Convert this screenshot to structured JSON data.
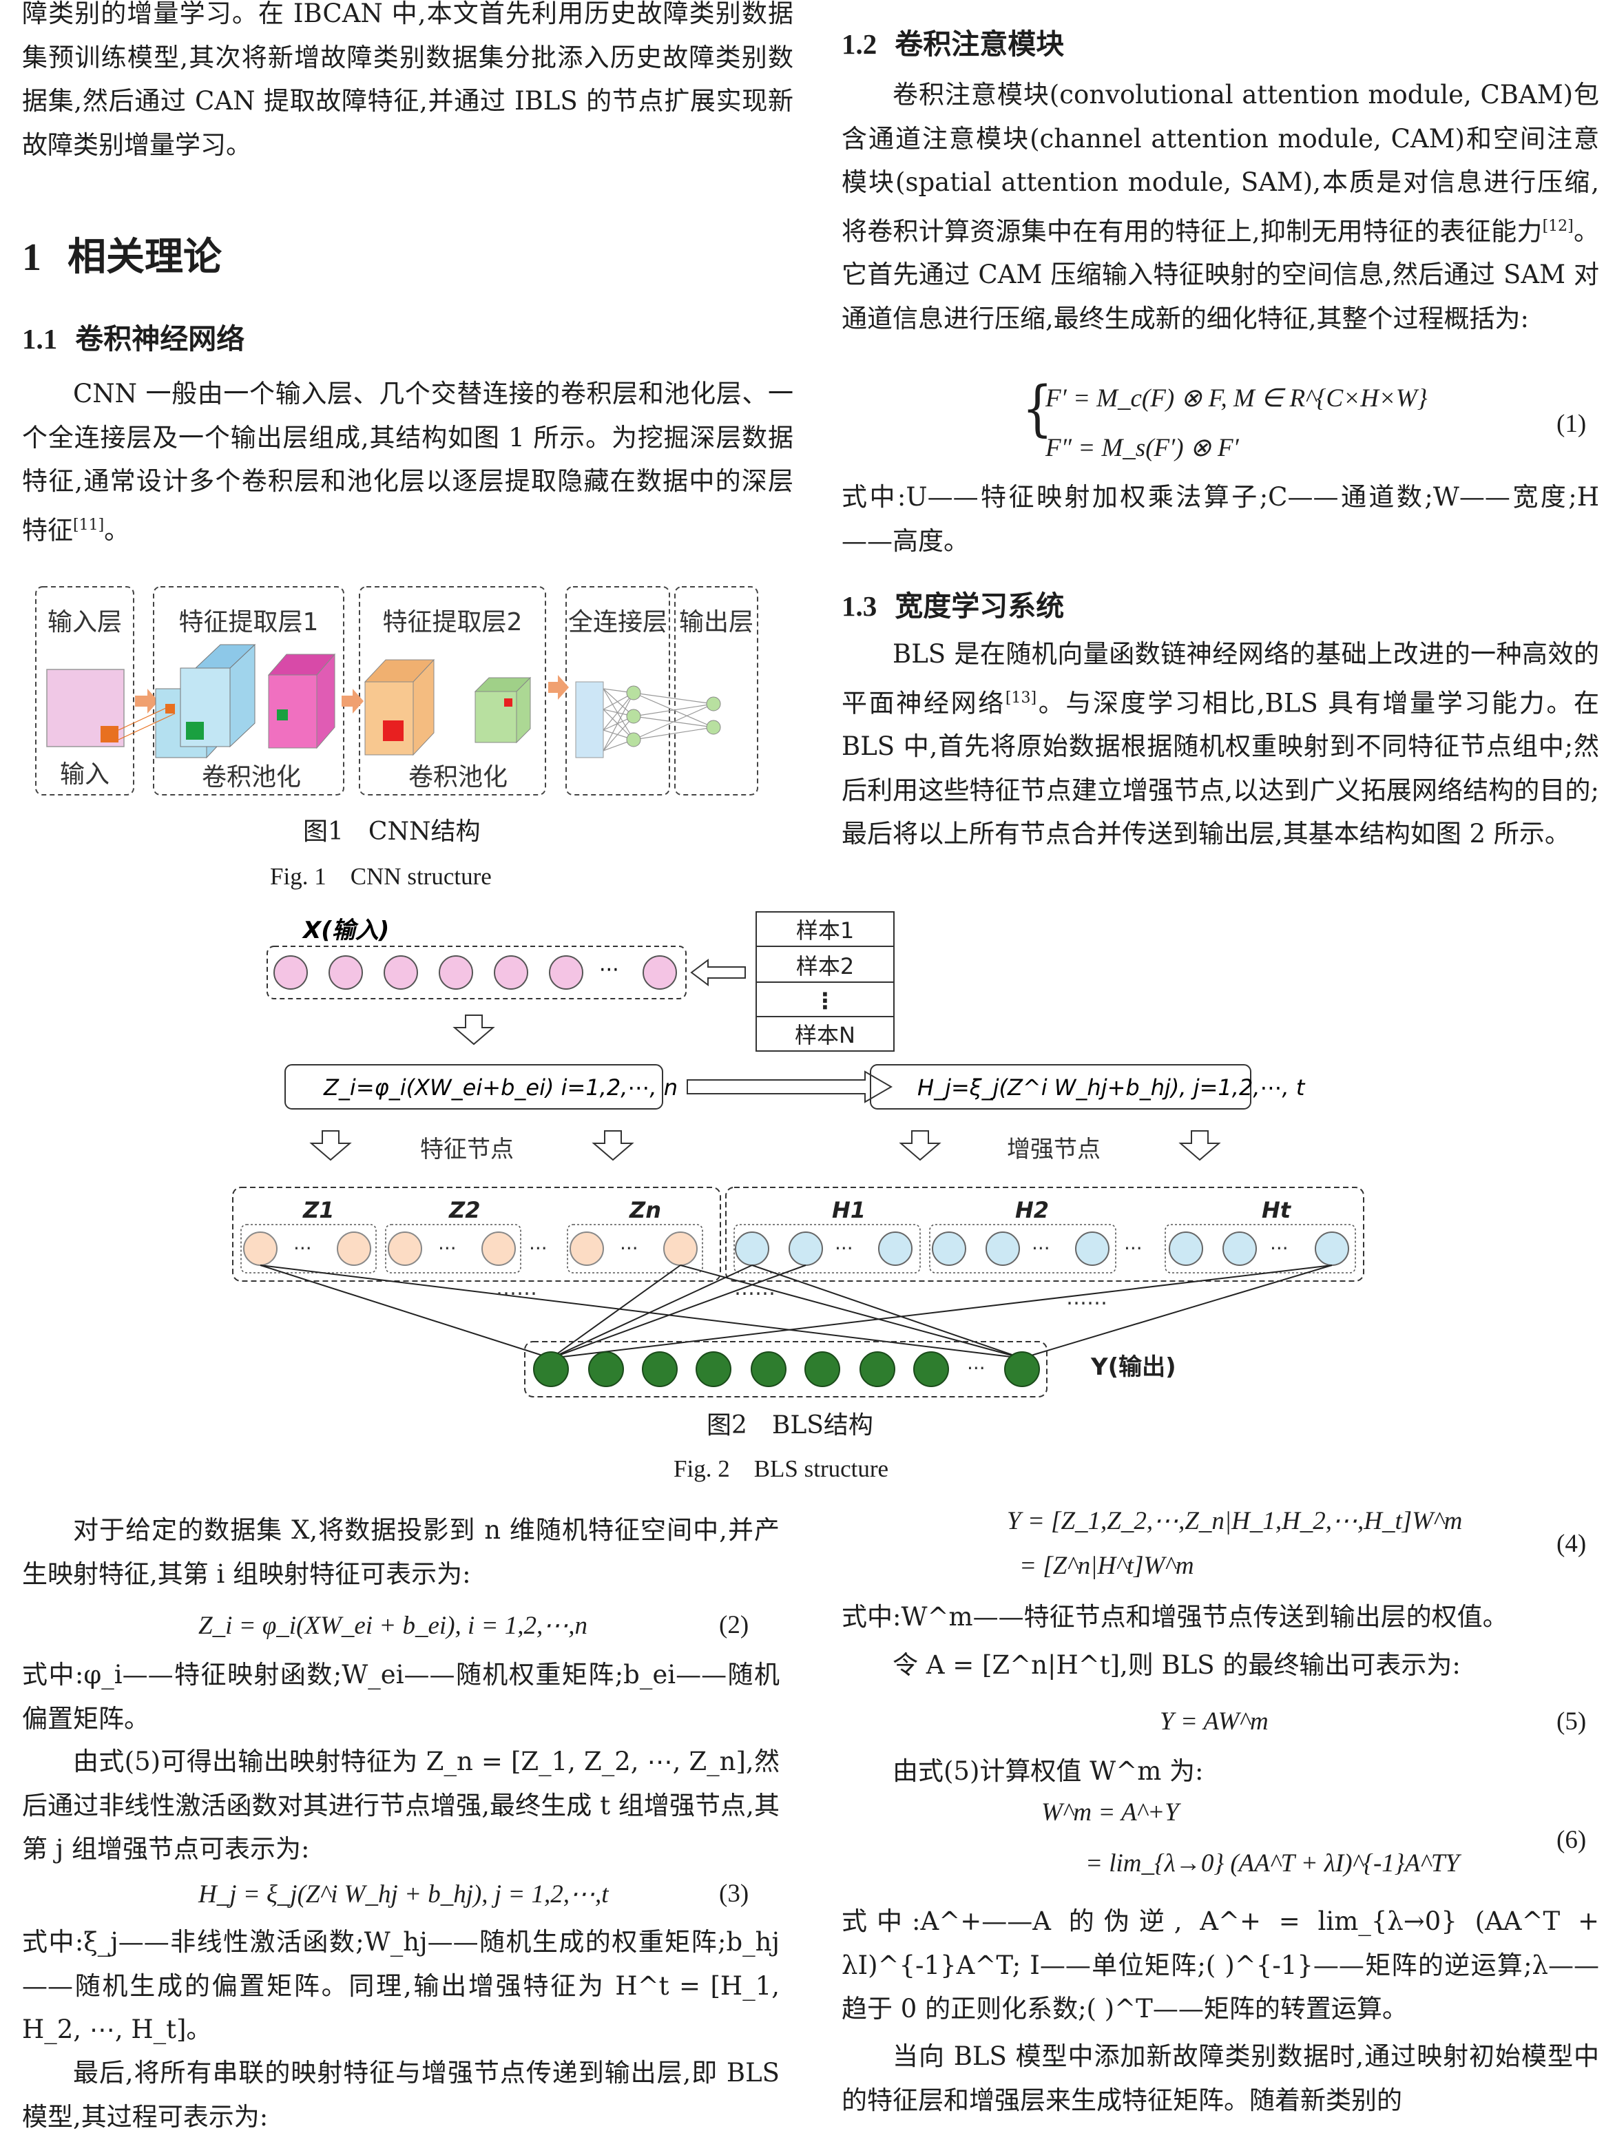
{
  "left_top_paragraph": "障类别的增量学习。在 IBCAN 中,本文首先利用历史故障类别数据集预训练模型,其次将新增故障类别数据集分批添入历史故障类别数据集,然后通过 CAN 提取故障特征,并通过 IBLS 的节点扩展实现新故障类别增量学习。",
  "section1": {
    "number": "1",
    "title": "相关理论"
  },
  "section1_1": {
    "number": "1.1",
    "title": "卷积神经网络"
  },
  "cnn_paragraph": "CNN 一般由一个输入层、几个交替连接的卷积层和池化层、一个全连接层及一个输出层组成,其结构如图 1 所示。为挖掘深层数据特征,通常设计多个卷积层和池化层以逐层提取隐藏在数据中的深层特征",
  "cnn_cite": "[11]",
  "cnn_end": "。",
  "figure1": {
    "labels": {
      "input_layer": "输入层",
      "feature_layer1": "特征提取层1",
      "feature_layer2": "特征提取层2",
      "fc_layer": "全连接层",
      "output_layer": "输出层",
      "input": "输入",
      "conv_pool1": "卷积池化",
      "conv_pool2": "卷积池化"
    },
    "caption_cn": "图1　CNN结构",
    "caption_en": "Fig. 1　CNN structure",
    "colors": {
      "input": "#f0c8e6",
      "cube1": "#b4e0f0",
      "cube2": "#f070c0",
      "cube3": "#f8c890",
      "cube4": "#b8e0a0",
      "green_mark": "#1aa040",
      "red_mark": "#e82020",
      "orange_mark": "#e87020",
      "arrow": "#f0a070"
    }
  },
  "section1_2": {
    "number": "1.2",
    "title": "卷积注意模块"
  },
  "cbam_paragraph": "卷积注意模块(convolutional attention module, CBAM)包含通道注意模块(channel attention module, CAM)和空间注意模块(spatial attention module, SAM),本质是对信息进行压缩,将卷积计算资源集中在有用的特征上,抑制无用特征的表征能力",
  "cbam_cite": "[12]",
  "cbam_paragraph2": "。它首先通过 CAM 压缩输入特征映射的空间信息,然后通过 SAM 对通道信息进行压缩,最终生成新的细化特征,其整个过程概括为:",
  "eq1": {
    "line1": "F′ = M_c(F) ⊗ F, M ∈ R^{C×H×W}",
    "line2": "F″ = M_s(F′) ⊗ F′",
    "number": "(1)"
  },
  "eq1_desc": "式中:U——特征映射加权乘法算子;C——通道数;W——宽度;H——高度。",
  "section1_3": {
    "number": "1.3",
    "title": "宽度学习系统"
  },
  "bls_paragraph": "BLS 是在随机向量函数链神经网络的基础上改进的一种高效的平面神经网络",
  "bls_cite": "[13]",
  "bls_paragraph2": "。与深度学习相比,BLS 具有增量学习能力。在 BLS 中,首先将原始数据根据随机权重映射到不同特征节点组中;然后利用这些特征节点建立增强节点,以达到广义拓展网络结构的目的;最后将以上所有节点合并传送到输出层,其基本结构如图 2 所示。",
  "figure2": {
    "input_label": "X(输入)",
    "samples": [
      "样本1",
      "样本2",
      "⋮",
      "样本N"
    ],
    "z_formula": "Z_i=φ_i(XW_ei+b_ei)  i=1,2,⋯, n",
    "h_formula": "H_j=ξ_j(Z^i W_hj+b_hj),  j=1,2,⋯, t",
    "feature_nodes": "特征节点",
    "enhance_nodes": "增强节点",
    "z_groups": [
      "Z1",
      "Z2",
      "Zn"
    ],
    "h_groups": [
      "H1",
      "H2",
      "Ht"
    ],
    "dots": "……",
    "output_label": "Y(输出)",
    "caption_cn": "图2　BLS结构",
    "caption_en": "Fig. 2　BLS structure",
    "colors": {
      "input_node": "#f4c4e4",
      "feature_node": "#fcdcc4",
      "enhance_node": "#cce8f4",
      "output_node": "#2e7d2e"
    }
  },
  "left_bottom": {
    "p1": "对于给定的数据集 X,将数据投影到 n 维随机特征空间中,并产生映射特征,其第 i 组映射特征可表示为:",
    "eq2": "Z_i = φ_i(XW_ei + b_ei),  i = 1,2,⋯,n",
    "eq2_no": "(2)",
    "d2": "式中:φ_i——特征映射函数;W_ei——随机权重矩阵;b_ei——随机偏置矩阵。",
    "p2": "由式(5)可得出输出映射特征为 Z_n = [Z_1, Z_2, ⋯, Z_n],然后通过非线性激活函数对其进行节点增强,最终生成 t 组增强节点,其第 j 组增强节点可表示为:",
    "eq3": "H_j = ξ_j(Z^i W_hj + b_hj),  j = 1,2,⋯,t",
    "eq3_no": "(3)",
    "d3": "式中:ξ_j——非线性激活函数;W_hj——随机生成的权重矩阵;b_hj——随机生成的偏置矩阵。同理,输出增强特征为 H^t = [H_1, H_2, ⋯, H_t]。",
    "p3": "最后,将所有串联的映射特征与增强节点传递到输出层,即 BLS 模型,其过程可表示为:"
  },
  "right_bottom": {
    "eq4_l1": "Y = [Z_1,Z_2,⋯,Z_n|H_1,H_2,⋯,H_t]W^m",
    "eq4_l2": "= [Z^n|H^t]W^m",
    "eq4_no": "(4)",
    "d4": "式中:W^m——特征节点和增强节点传送到输出层的权值。",
    "p4": "令 A = [Z^n|H^t],则 BLS 的最终输出可表示为:",
    "eq5": "Y = AW^m",
    "eq5_no": "(5)",
    "p5": "由式(5)计算权值 W^m 为:",
    "eq6_l1": "W^m = A^+Y",
    "eq6_l2": "= lim_{λ→0} (AA^T + λI)^{-1}A^TY",
    "eq6_no": "(6)",
    "d6": "式中:A^+——A 的伪逆, A^+ = lim_{λ→0} (AA^T + λI)^{-1}A^T; I——单位矩阵;( )^{-1}——矩阵的逆运算;λ——趋于 0 的正则化系数;( )^T——矩阵的转置运算。",
    "p6": "当向 BLS 模型中添加新故障类别数据时,通过映射初始模型中的特征层和增强层来生成特征矩阵。随着新类别的"
  }
}
